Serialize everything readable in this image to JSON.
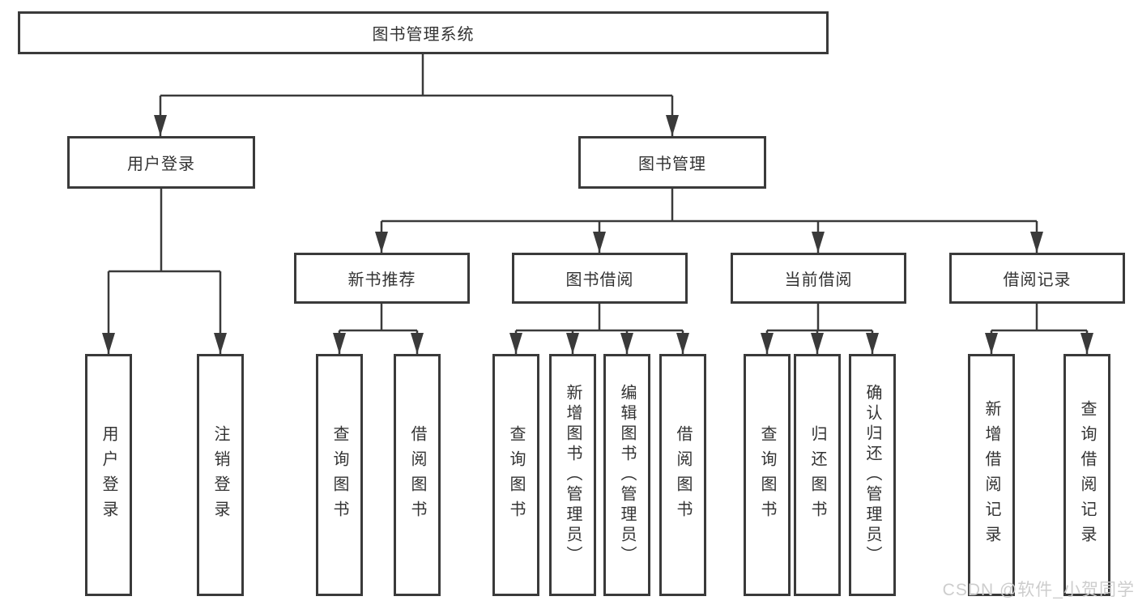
{
  "diagram": {
    "root": "图书管理系统",
    "level2": {
      "user_login": "用户登录",
      "book_mgmt": "图书管理"
    },
    "level3": {
      "new_books": "新书推荐",
      "borrowing": "图书借阅",
      "current": "当前借阅",
      "records": "借阅记录"
    },
    "leaves": {
      "user_login": "用户登录",
      "logout": "注销登录",
      "nb_query": "查询图书",
      "nb_borrow": "借阅图书",
      "bb_query": "查询图书",
      "bb_add": "新增图书（管理员）",
      "bb_edit": "编辑图书（管理员）",
      "bb_borrow": "借阅图书",
      "cb_query": "查询图书",
      "cb_return": "归还图书",
      "cb_confirm": "确认归还（管理员）",
      "br_add": "新增借阅记录",
      "br_query": "查询借阅记录"
    }
  },
  "watermark": "CSDN @软件_小贺同学",
  "colors": {
    "line": "#3a3a3a",
    "text": "#333333",
    "watermark": "#cdcdcd",
    "background": "#ffffff"
  }
}
